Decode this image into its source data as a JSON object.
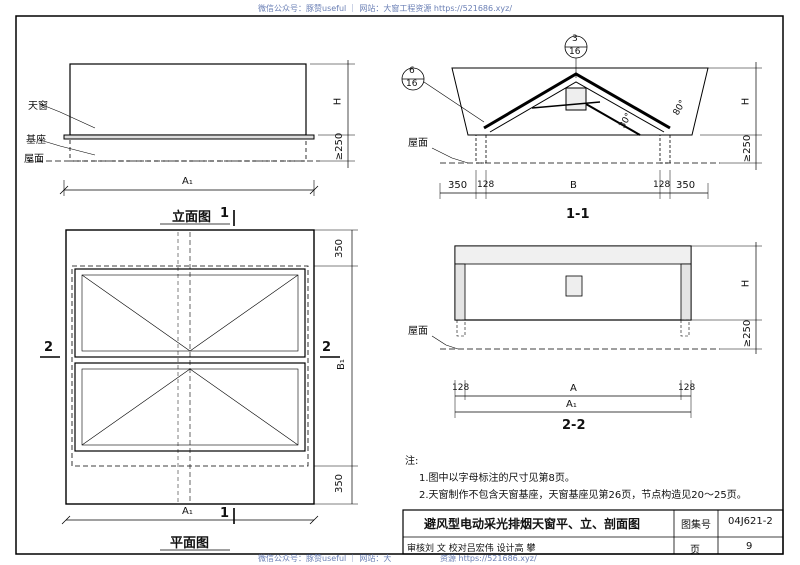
{
  "watermark": {
    "top": "微信公众号：豚赞useful ｜ 网站：大窗工程资源 https://521686.xyz/",
    "bottom_left": "微信公众号：豚赞useful ｜ 网站：大",
    "bottom_right": "资源 https://521686.xyz/"
  },
  "labels": {
    "skylight": "天窗",
    "base": "基座",
    "roof": "屋面",
    "elev_title": "立面图",
    "plan_title": "平面图",
    "sec11_title": "1-1",
    "sec22_title": "2-2",
    "dim_H": "H",
    "dim_250": "≥250",
    "dim_A1": "A₁",
    "dim_A": "A",
    "dim_B": "B",
    "dim_B1": "B₁",
    "dim_350": "350",
    "dim_128": "128",
    "cut_1": "1",
    "cut_2": "2",
    "angle_30": "30°",
    "angle_80": "80°",
    "detail_top_num": "3",
    "detail_top_page": "16",
    "detail_left_num": "6",
    "detail_left_page": "16"
  },
  "notes": {
    "heading": "注:",
    "items": [
      "1.图中以字母标注的尺寸见第8页。",
      "2.天窗制作不包含天窗基座，天窗基座见第26页，节点构造见20～25页。"
    ]
  },
  "title_block": {
    "title": "避风型电动采光排烟天窗平、立、剖面图",
    "atlas_label": "图集号",
    "atlas_no": "04J621-2",
    "page_label": "页",
    "page_no": "9",
    "row_text": "审核刘  文  校对吕宏伟  设计高  攀",
    "sig1": "刘文",
    "sig2": "吕宏伟",
    "sig3": "高攀"
  }
}
